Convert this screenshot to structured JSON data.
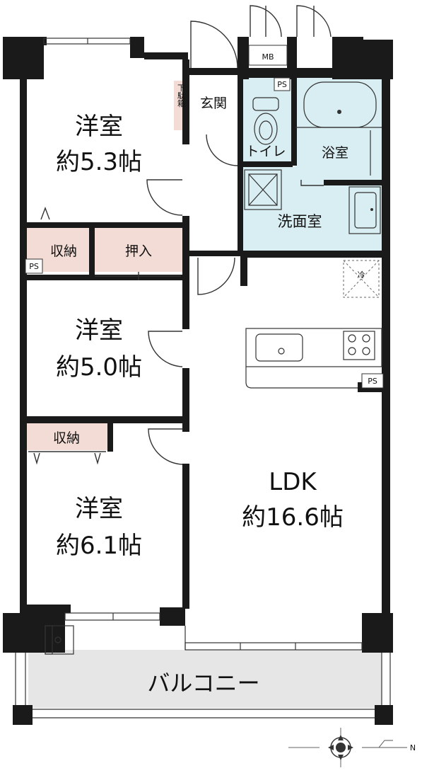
{
  "rooms": {
    "western_room_1": {
      "name": "洋室",
      "size": "約5.3帖"
    },
    "western_room_2": {
      "name": "洋室",
      "size": "約5.0帖"
    },
    "western_room_3": {
      "name": "洋室",
      "size": "約6.1帖"
    },
    "ldk": {
      "name": "LDK",
      "size": "約16.6帖"
    },
    "balcony": "バルコニー",
    "entrance": "玄関",
    "shoe_box": "下駄箱",
    "toilet": "トイレ",
    "bathroom": "浴室",
    "washroom": "洗面室",
    "storage_1": "収納",
    "storage_2": "収納",
    "closet": "押入"
  },
  "tags": {
    "mb": "MB",
    "ps_top": "PS",
    "ps_left": "PS",
    "ps_kitchen": "PS",
    "fridge": "冷",
    "north": "N"
  },
  "colors": {
    "wall": "#1a1a1a",
    "wet_area": "#d9eef2",
    "storage": "#f2dcd5",
    "balcony": "#e6e6e6",
    "floor": "#ffffff"
  }
}
